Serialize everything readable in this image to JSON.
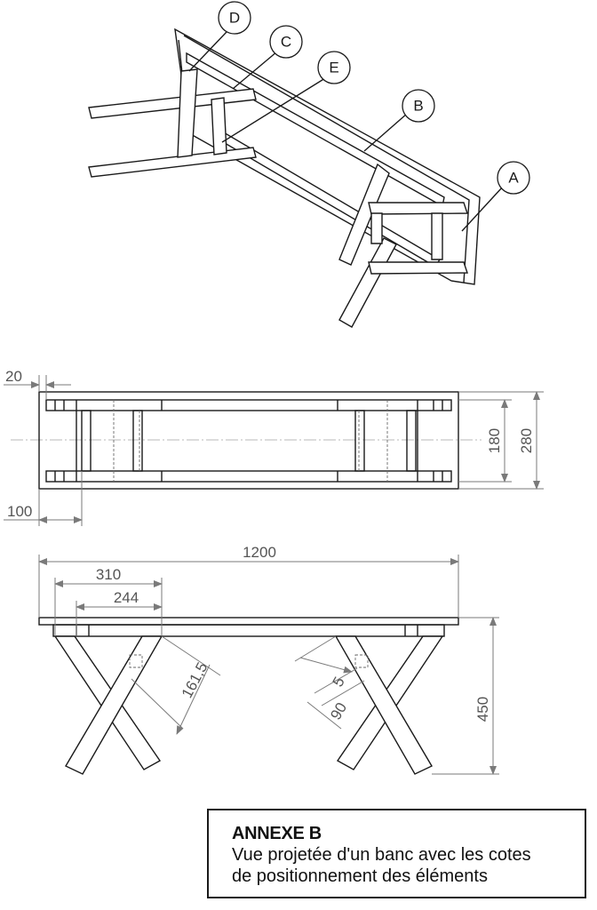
{
  "labels": {
    "a": "A",
    "b": "B",
    "c": "C",
    "d": "D",
    "e": "E"
  },
  "top_view": {
    "dim_20": "20",
    "dim_100": "100",
    "dim_180": "180",
    "dim_280": "280"
  },
  "front_view": {
    "dim_1200": "1200",
    "dim_310": "310",
    "dim_244": "244",
    "dim_161_5": "161,5",
    "dim_5": "5",
    "dim_90": "90",
    "dim_450": "450"
  },
  "annex": {
    "title": "ANNEXE B",
    "line1": "Vue projetée d'un banc avec les cotes",
    "line2": "de positionnement des éléments"
  }
}
